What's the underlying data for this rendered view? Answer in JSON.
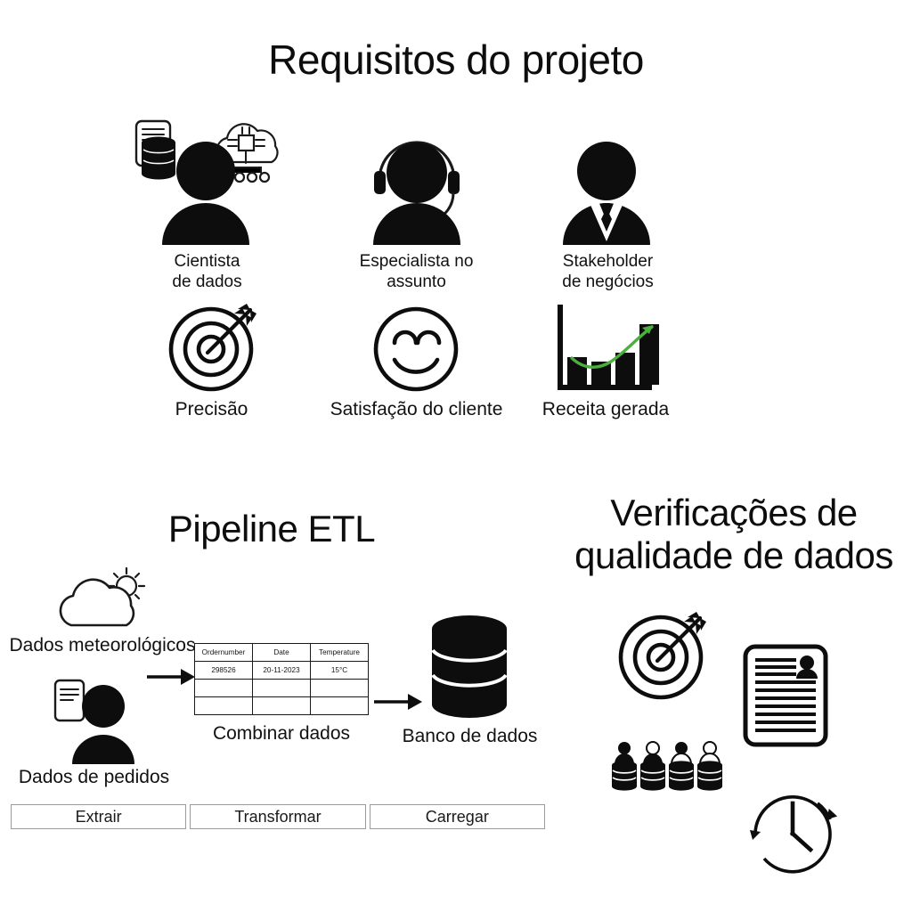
{
  "sections": {
    "requirements": {
      "title": "Requisitos do projeto",
      "stakeholders": [
        {
          "label": "Cientista\nde dados",
          "icon": "data-scientist-icon"
        },
        {
          "label": "Especialista no\nassunto",
          "icon": "subject-matter-expert-icon"
        },
        {
          "label": "Stakeholder\nde negócios",
          "icon": "business-stakeholder-icon"
        }
      ],
      "metrics": [
        {
          "label": "Precisão",
          "icon": "target-arrow-icon"
        },
        {
          "label": "Satisfação do cliente",
          "icon": "smiley-face-icon"
        },
        {
          "label": "Receita gerada",
          "icon": "bar-chart-growth-icon"
        }
      ]
    },
    "etl": {
      "title": "Pipeline ETL",
      "sources": [
        {
          "label": "Dados meteorológicos",
          "icon": "cloud-sun-icon"
        },
        {
          "label": "Dados de pedidos",
          "icon": "person-document-icon"
        }
      ],
      "transform_label": "Combinar dados",
      "destination_label": "Banco de dados",
      "table": {
        "headers": [
          "Ordernumber",
          "Date",
          "Temperature"
        ],
        "rows": [
          [
            "298526",
            "20-11-2023",
            "15°C"
          ],
          [
            "",
            "",
            ""
          ],
          [
            "",
            "",
            ""
          ]
        ]
      },
      "stages": [
        "Extrair",
        "Transformar",
        "Carregar"
      ]
    },
    "quality": {
      "title": "Verificações de\nqualidade de dados",
      "icons": [
        {
          "name": "target-arrow-icon"
        },
        {
          "name": "document-profile-icon"
        },
        {
          "name": "people-data-stack-icon"
        },
        {
          "name": "clock-cycle-icon"
        }
      ]
    }
  },
  "colors": {
    "background": "#ffffff",
    "ink": "#0d0d0d",
    "accent_green": "#4caf3f",
    "button_border": "#9a9a9a"
  }
}
